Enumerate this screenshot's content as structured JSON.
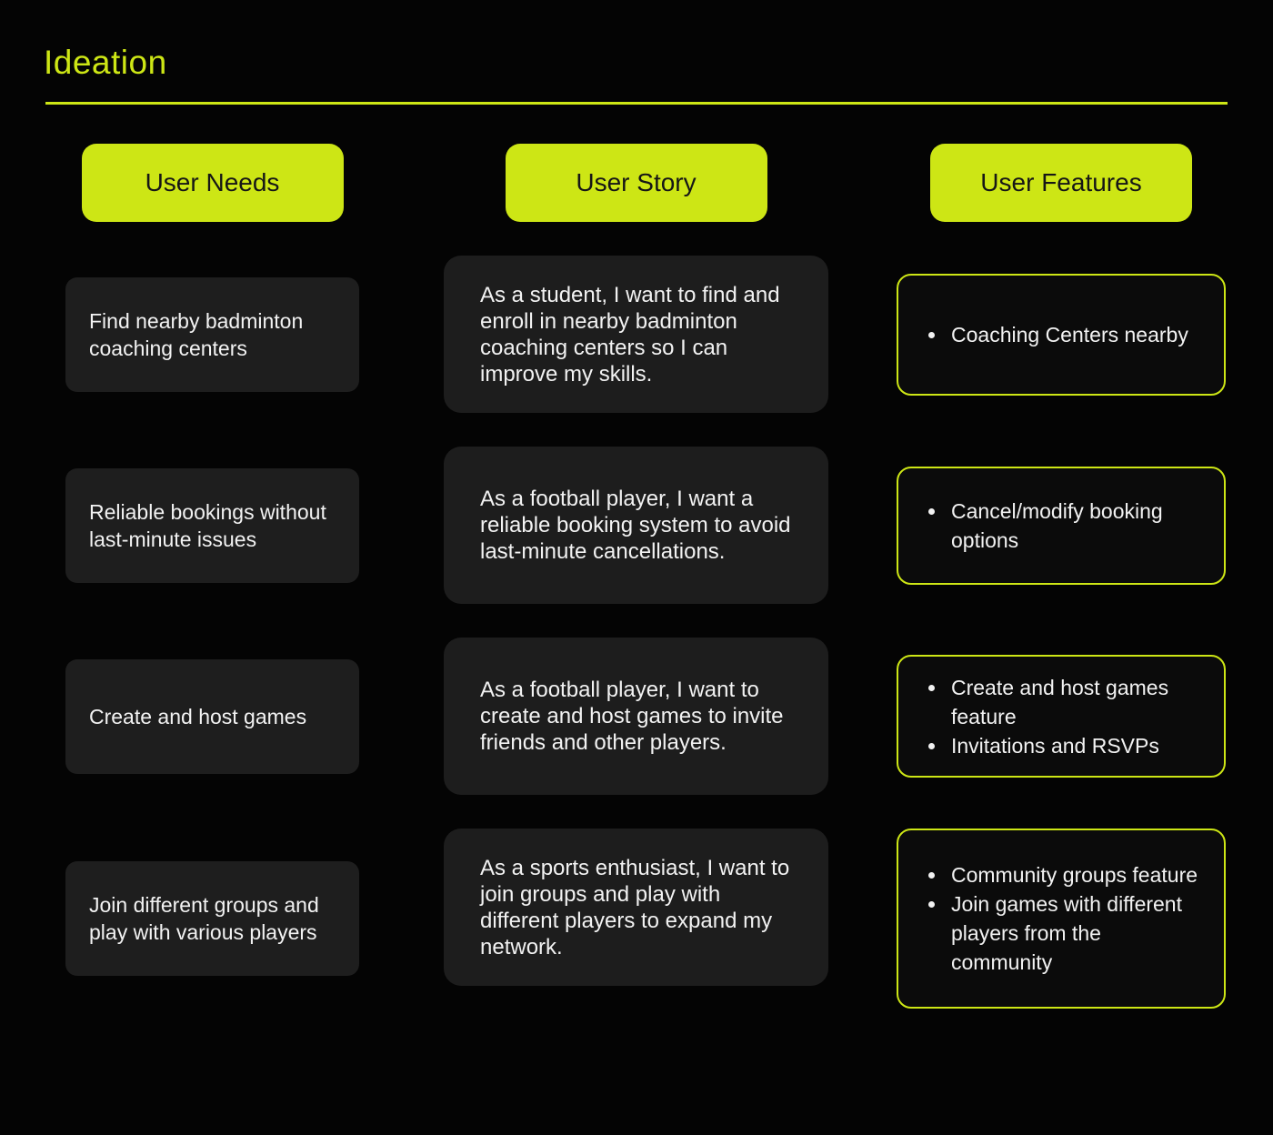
{
  "title": "Ideation",
  "colors": {
    "accent": "#cde615",
    "page_bg": "#040404",
    "dark_card_bg": "#1e1e1e",
    "feature_card_bg": "#0b0b0b",
    "card_text": "#f2f2f2",
    "header_text": "#161616"
  },
  "columns": [
    {
      "header": "User Needs",
      "cards": [
        {
          "text": "Find nearby badminton coaching centers"
        },
        {
          "text": "Reliable bookings without last-minute issues"
        },
        {
          "text": "Create and host games"
        },
        {
          "text": "Join different groups and play with various players"
        }
      ]
    },
    {
      "header": "User Story",
      "cards": [
        {
          "text": "As a student, I want to find and enroll in nearby badminton coaching centers so I can improve my skills."
        },
        {
          "text": "As a football player, I want a reliable booking system to avoid last-minute cancellations."
        },
        {
          "text": "As a football player, I want to create and host games to invite friends and other players."
        },
        {
          "text": "As a sports enthusiast, I want to join groups and play with different players to expand my network."
        }
      ]
    },
    {
      "header": "User Features",
      "cards": [
        {
          "bullets": [
            "Coaching Centers nearby"
          ]
        },
        {
          "bullets": [
            "Cancel/modify booking options"
          ]
        },
        {
          "bullets": [
            "Create and host games feature",
            "Invitations and RSVPs"
          ]
        },
        {
          "bullets": [
            "Community groups feature",
            "Join games with different players from the community"
          ]
        }
      ]
    }
  ]
}
